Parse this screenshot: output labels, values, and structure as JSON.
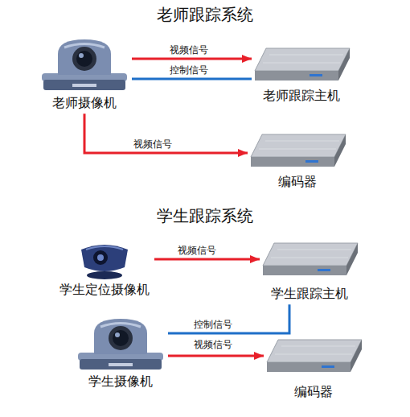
{
  "diagram": {
    "nodes": [
      {
        "text": [
          "老师摄像机"
        ]
      },
      {
        "text": [
          "老师跟踪主机"
        ]
      },
      {
        "text": [
          "编码器"
        ]
      },
      {
        "text": [
          "学生定位摄像机"
        ]
      },
      {
        "text": [
          "学生跟踪主机"
        ]
      },
      {
        "text": [
          "学生摄像机"
        ]
      },
      {
        "text": [
          "编码器"
        ]
      }
    ],
    "edges": [
      {
        "from": 0,
        "to": 1,
        "label": "视频信号",
        "arrow": "to"
      },
      {
        "from": 1,
        "to": 0,
        "label": "控制信号",
        "arrow": "none"
      },
      {
        "from": 0,
        "to": 2,
        "label": "视频信号",
        "arrow": "to"
      },
      {
        "from": 3,
        "to": 4,
        "label": "视频信号",
        "arrow": "to"
      },
      {
        "from": 4,
        "to": 5,
        "label": "控制信号",
        "arrow": "none"
      },
      {
        "from": 5,
        "to": 6,
        "label": "视频信号",
        "arrow": "to"
      }
    ],
    "labels": [
      "老师跟踪系统",
      "学生跟踪系统"
    ]
  }
}
